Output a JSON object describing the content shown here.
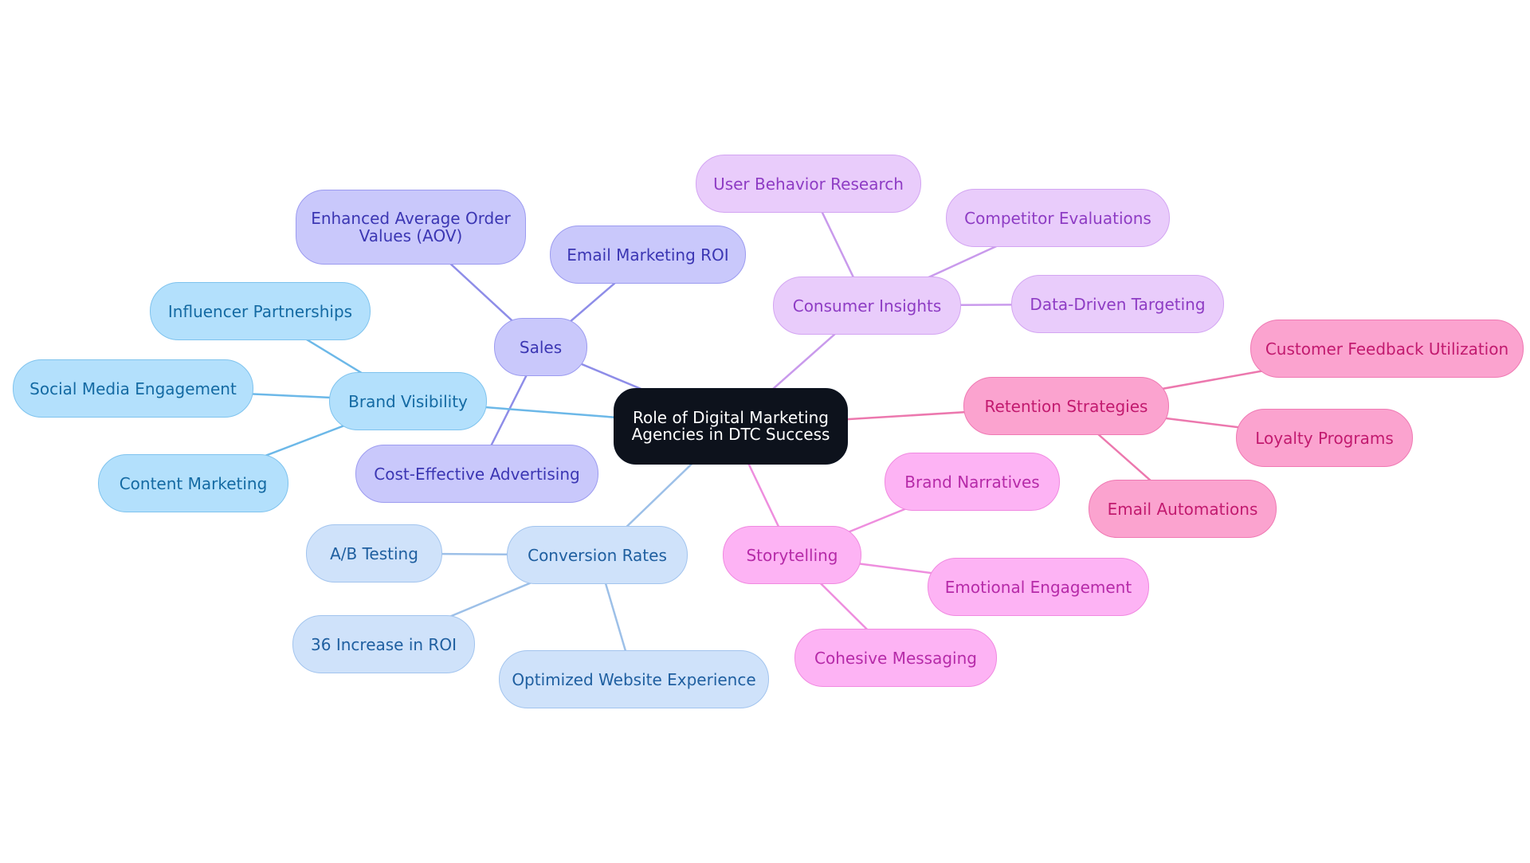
{
  "diagram": {
    "root": {
      "label": "Role of Digital Marketing Agencies in DTC Success",
      "fill": "#0d121c",
      "text_color": "#ffffff"
    },
    "branches": [
      {
        "id": "sales",
        "label": "Sales",
        "fill": "#c9c8fb",
        "stroke": "#9c9bf0",
        "text_color": "#3b36b3",
        "edge_color": "#8e8de8",
        "children": [
          {
            "id": "enhanced-aov",
            "label": "Enhanced Average Order Values (AOV)"
          },
          {
            "id": "email-marketing-roi",
            "label": "Email Marketing ROI"
          },
          {
            "id": "cost-effective-advertising",
            "label": "Cost-Effective Advertising"
          }
        ]
      },
      {
        "id": "brand-visibility",
        "label": "Brand Visibility",
        "fill": "#b3e0fc",
        "stroke": "#7fc3ee",
        "text_color": "#146aa3",
        "edge_color": "#6cb8e8",
        "children": [
          {
            "id": "influencer-partnerships",
            "label": "Influencer Partnerships"
          },
          {
            "id": "social-media-engagement",
            "label": "Social Media Engagement"
          },
          {
            "id": "content-marketing",
            "label": "Content Marketing"
          }
        ]
      },
      {
        "id": "conversion-rates",
        "label": "Conversion Rates",
        "fill": "#cfe2fa",
        "stroke": "#a2c4ee",
        "text_color": "#1f5fa0",
        "edge_color": "#9dc0e8",
        "children": [
          {
            "id": "ab-testing",
            "label": "A/B Testing"
          },
          {
            "id": "increase-roi",
            "label": "36 Increase in ROI"
          },
          {
            "id": "optimized-website",
            "label": "Optimized Website Experience"
          }
        ]
      },
      {
        "id": "consumer-insights",
        "label": "Consumer Insights",
        "fill": "#e9ccfb",
        "stroke": "#d3a5f2",
        "text_color": "#8e3cc4",
        "edge_color": "#c99aec",
        "children": [
          {
            "id": "user-behavior-research",
            "label": "User Behavior Research"
          },
          {
            "id": "competitor-evaluations",
            "label": "Competitor Evaluations"
          },
          {
            "id": "data-driven-targeting",
            "label": "Data-Driven Targeting"
          }
        ]
      },
      {
        "id": "storytelling",
        "label": "Storytelling",
        "fill": "#fdb3f4",
        "stroke": "#f089e0",
        "text_color": "#b62aa8",
        "edge_color": "#ee8ede",
        "children": [
          {
            "id": "brand-narratives",
            "label": "Brand Narratives"
          },
          {
            "id": "emotional-engagement",
            "label": "Emotional Engagement"
          },
          {
            "id": "cohesive-messaging",
            "label": "Cohesive Messaging"
          }
        ]
      },
      {
        "id": "retention-strategies",
        "label": "Retention Strategies",
        "fill": "#fba3cf",
        "stroke": "#ef79b3",
        "text_color": "#c21a6f",
        "edge_color": "#ec78ae",
        "children": [
          {
            "id": "customer-feedback",
            "label": "Customer Feedback Utilization"
          },
          {
            "id": "loyalty-programs",
            "label": "Loyalty Programs"
          },
          {
            "id": "email-automations",
            "label": "Email Automations"
          }
        ]
      }
    ]
  }
}
